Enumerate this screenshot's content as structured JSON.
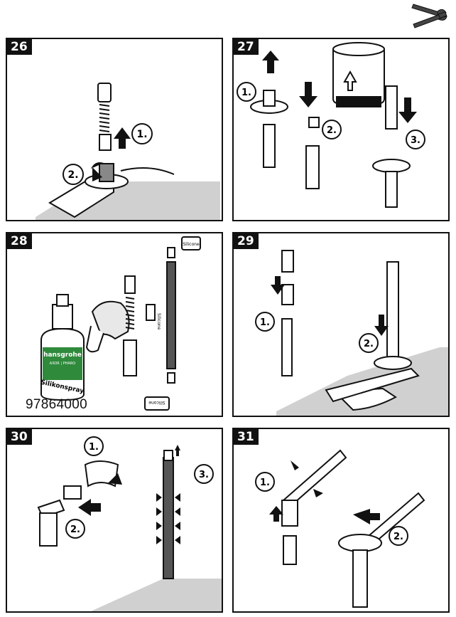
{
  "icons": {
    "tool": "wrench-screwdriver-icon"
  },
  "panels": [
    {
      "number": "26",
      "steps": [
        "1.",
        "2."
      ]
    },
    {
      "number": "27",
      "steps": [
        "1.",
        "2.",
        "3."
      ]
    },
    {
      "number": "28",
      "product_code": "97864000",
      "bottle_brand": "hansgrohe",
      "bottle_sub": "AXOR | PHARO",
      "bottle_label": "Silikonspray",
      "tube_label": "Silicone"
    },
    {
      "number": "29",
      "steps": [
        "1.",
        "2."
      ]
    },
    {
      "number": "30",
      "steps": [
        "1.",
        "2.",
        "3."
      ]
    },
    {
      "number": "31",
      "steps": [
        "1.",
        "2."
      ]
    }
  ],
  "colors": {
    "ink": "#111111",
    "bottle_green": "#2f8a3c",
    "shade": "#c9c9c9"
  }
}
